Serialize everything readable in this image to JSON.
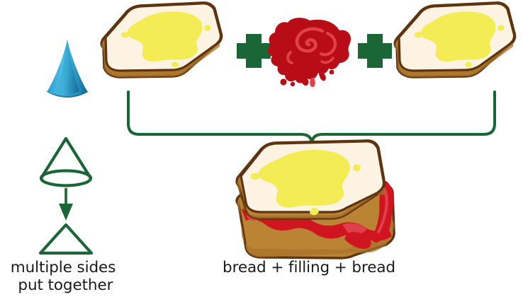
{
  "diagram": {
    "title": "Sandwich analogy for multi-sided shapes",
    "colors": {
      "green": "#1a6637",
      "bread_crust": "#bb8434",
      "bread_crust_dark": "#a8742a",
      "bread_outline": "#5e3410",
      "bread_top": "#fdf3e2",
      "butter": "#f3ec55",
      "jam_dark": "#b80d16",
      "jam_light": "#e0404a",
      "cone_blue_light": "#45b4de",
      "cone_blue_dark": "#1a6f9e",
      "text": "#1a1a1a",
      "background": "#ffffff"
    },
    "left_column": {
      "cone_solid": {
        "label": "blue-cone-3d"
      },
      "cone_outline": {
        "label": "cone-outline"
      },
      "arrow": {
        "label": "down-arrow"
      },
      "triangle": {
        "label": "triangle-outline"
      },
      "caption": "multiple sides\n put together"
    },
    "recipe_row": {
      "items": [
        {
          "type": "bread",
          "label": "bread-slice-left"
        },
        {
          "type": "plus",
          "label": "+"
        },
        {
          "type": "jam",
          "label": "jam-filling"
        },
        {
          "type": "plus",
          "label": "+"
        },
        {
          "type": "bread",
          "label": "bread-slice-right"
        }
      ],
      "plus_symbol": "+"
    },
    "brace": {
      "label": "curly-brace-connector"
    },
    "result": {
      "sandwich": {
        "label": "sandwich-assembled"
      },
      "caption": "bread + filling + bread"
    }
  }
}
